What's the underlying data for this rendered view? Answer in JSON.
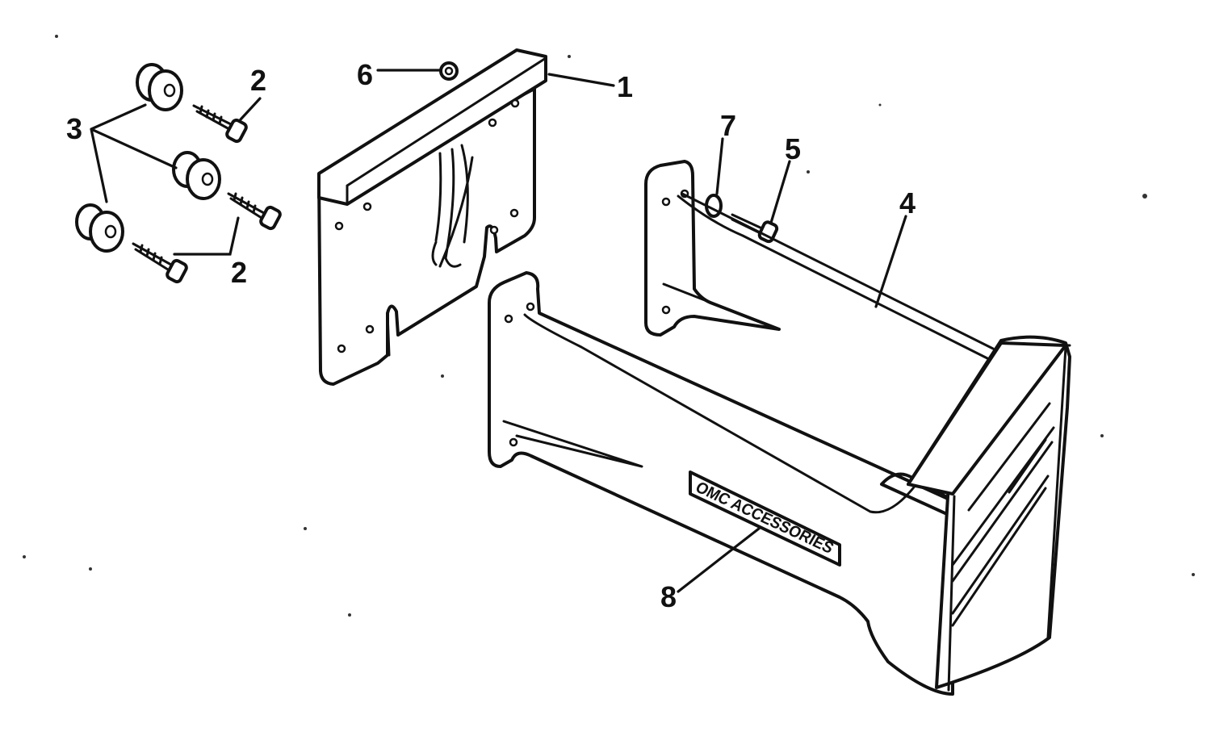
{
  "callouts": {
    "part_1": "1",
    "part_2_upper": "2",
    "part_2_lower": "2",
    "part_3": "3",
    "part_4": "4",
    "part_5": "5",
    "part_6": "6",
    "part_7": "7",
    "part_8": "8"
  },
  "logo_text": "OMC ACCESSORIES",
  "colors": {
    "ink": "#111111",
    "paper": "#ffffff"
  }
}
